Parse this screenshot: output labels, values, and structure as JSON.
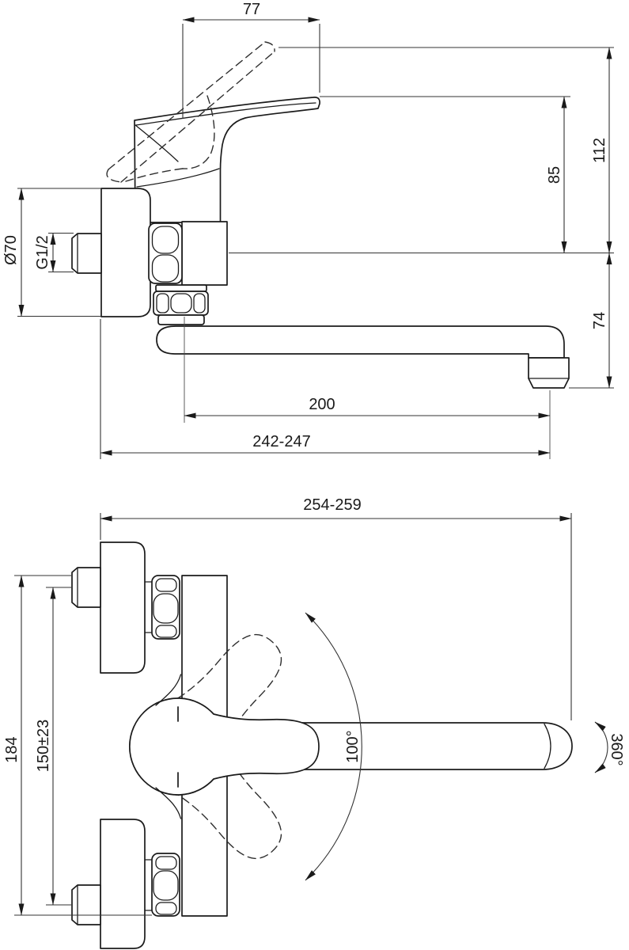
{
  "colors": {
    "line": "#1b1b1b",
    "dimension_line": "#333333",
    "background": "#ffffff"
  },
  "side_view": {
    "dimensions": {
      "handle_projection": "77",
      "raised_handle_height": "112",
      "handle_height": "85",
      "spout_drop": "74",
      "escutcheon_diameter": "Ø70",
      "thread_size": "G1/2",
      "spout_reach": "200",
      "overall_reach": "242-247"
    }
  },
  "front_view": {
    "dimensions": {
      "overall_width": "254-259",
      "overall_height": "184",
      "connection_distance": "150±23",
      "handle_swing_angle": "100°",
      "spout_rotation_angle": "360°"
    }
  }
}
